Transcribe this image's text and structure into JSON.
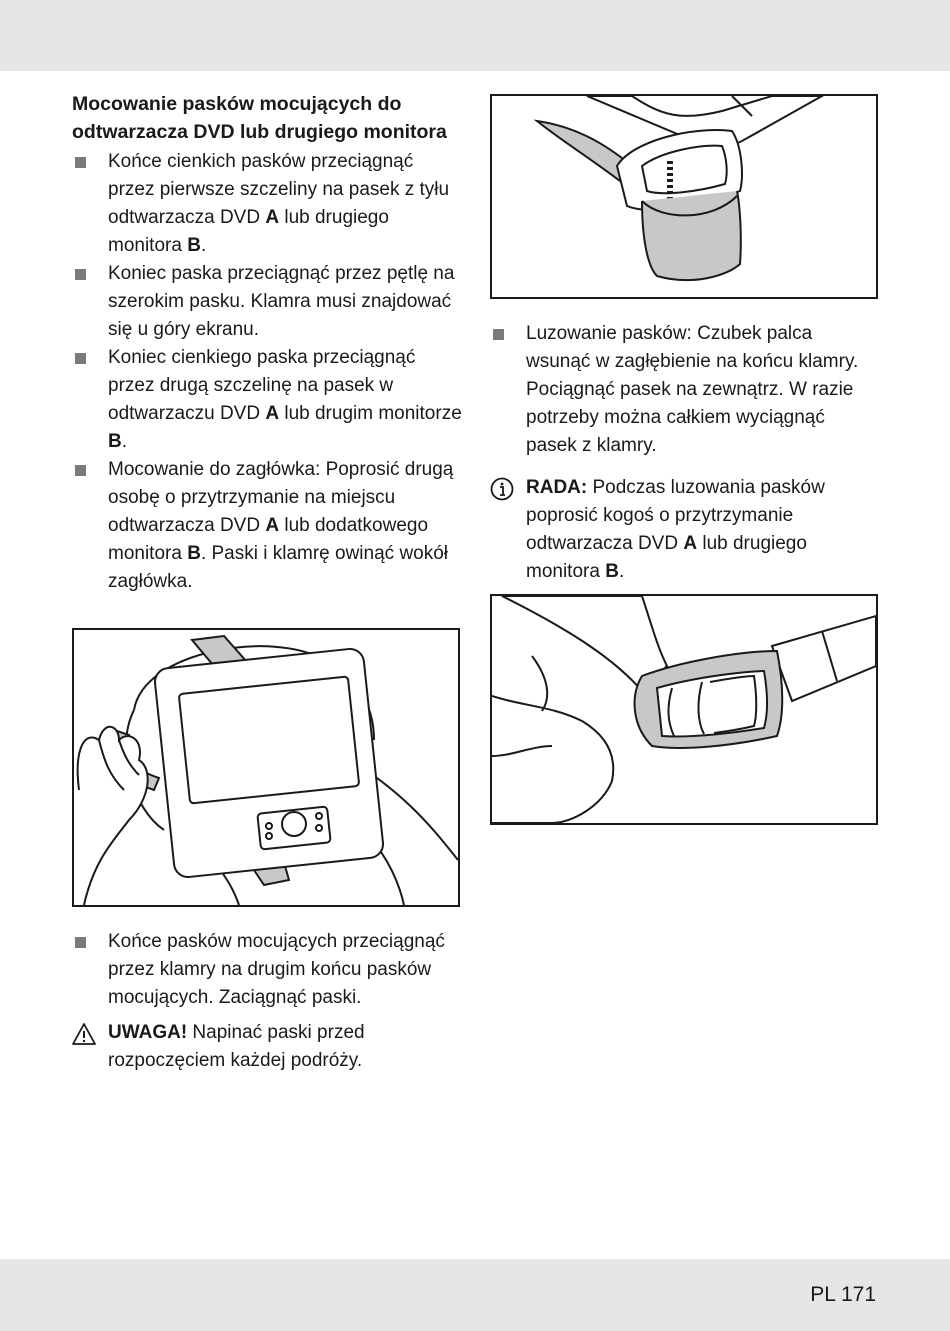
{
  "section": {
    "title": "Mocowanie pasków mocujących do odtwarzacza DVD lub drugiego monitora"
  },
  "left_steps": [
    {
      "text": "Końce cienkich pasków przeciągnąć przez pierwsze szczeliny na pasek z tyłu odtwarzacza DVD ",
      "b1": "A",
      "mid": " lub drugiego monitora ",
      "b2": "B",
      "end": "."
    },
    {
      "text": "Koniec paska przeciągnąć przez pętlę na szerokim pasku. Klamra musi znajdować się u góry ekranu.",
      "b1": "",
      "mid": "",
      "b2": "",
      "end": ""
    },
    {
      "text": "Koniec cienkiego paska przeciągnąć przez drugą szczelinę na pasek w odtwarzaczu DVD ",
      "b1": "A",
      "mid": " lub drugim monitorze ",
      "b2": "B",
      "end": "."
    },
    {
      "text": "Mocowanie do zagłówka: Poprosić drugą osobę o przytrzymanie na miejscu odtwarzacza DVD ",
      "b1": "A",
      "mid": " lub dodatkowego monitora ",
      "b2": "B",
      "end": ". Paski i klamrę owinąć wokół zagłówka."
    }
  ],
  "after_figure_step": "Końce pasków mocujących przeciągnąć przez klamry na drugim końcu pasków mocujących. Zaciągnąć paski.",
  "warning": {
    "label": "UWAGA!",
    "text": " Napinać paski przed rozpoczęciem każdej podróży."
  },
  "right_step": "Luzowanie pasków: Czubek palca wsunąć w zagłębienie na końcu klamry. Pociągnąć pasek na zewnątrz. W razie potrzeby można całkiem wyciągnąć pasek z klamry.",
  "tip": {
    "label": "RADA:",
    "text": " Podczas luzowania pasków poprosić kogoś o przytrzymanie odtwarzacza DVD ",
    "b1": "A",
    "mid": " lub drugiego monitora ",
    "b2": "B",
    "end": "."
  },
  "footer": {
    "page": "PL 171"
  },
  "icons": {
    "bullet": "square-bullet-icon",
    "warning": "warning-triangle-icon",
    "tip": "info-circle-icon"
  }
}
